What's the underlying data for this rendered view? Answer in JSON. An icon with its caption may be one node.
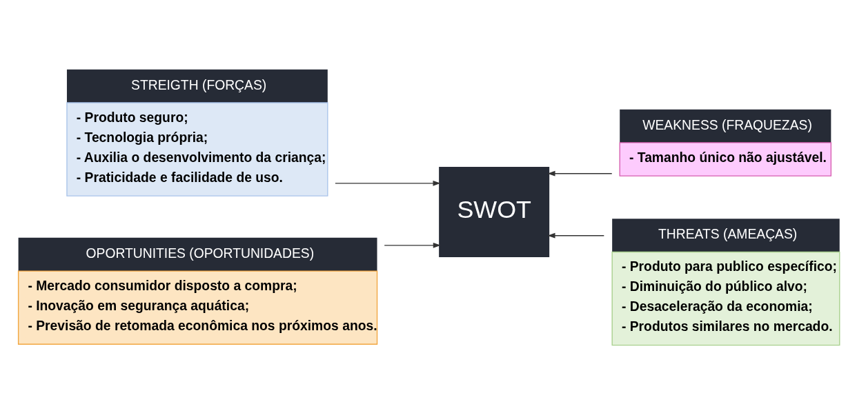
{
  "diagram": {
    "nodes": [
      {
        "text": [
          "STREIGTH (FORÇAS)",
          "- Produto seguro;",
          "- Tecnologia própria;",
          "- Auxilia o desenvolvimento da criança;",
          "- Praticidade e facilidade de uso."
        ]
      },
      {
        "text": [
          "WEAKNESS (FRAQUEZAS)",
          "- Tamanho único não ajustável."
        ]
      },
      {
        "text": [
          "SWOT"
        ]
      },
      {
        "text": [
          "OPORTUNITIES (OPORTUNIDADES)",
          "- Mercado consumidor disposto a compra;",
          "- Inovação em segurança aquática;",
          "- Previsão de retomada econômica nos próximos anos."
        ]
      },
      {
        "text": [
          "THREATS (AMEAÇAS)",
          "- Produto para publico específico;",
          "- Diminuição do público alvo;",
          "- Desaceleração da economia;",
          "- Produtos similares no mercado."
        ]
      }
    ],
    "edges": [
      {
        "from": 0,
        "to": 2,
        "arrow": "to"
      },
      {
        "from": 1,
        "to": 2,
        "arrow": "to"
      },
      {
        "from": 3,
        "to": 2,
        "arrow": "to"
      },
      {
        "from": 4,
        "to": 2,
        "arrow": "to"
      }
    ]
  }
}
